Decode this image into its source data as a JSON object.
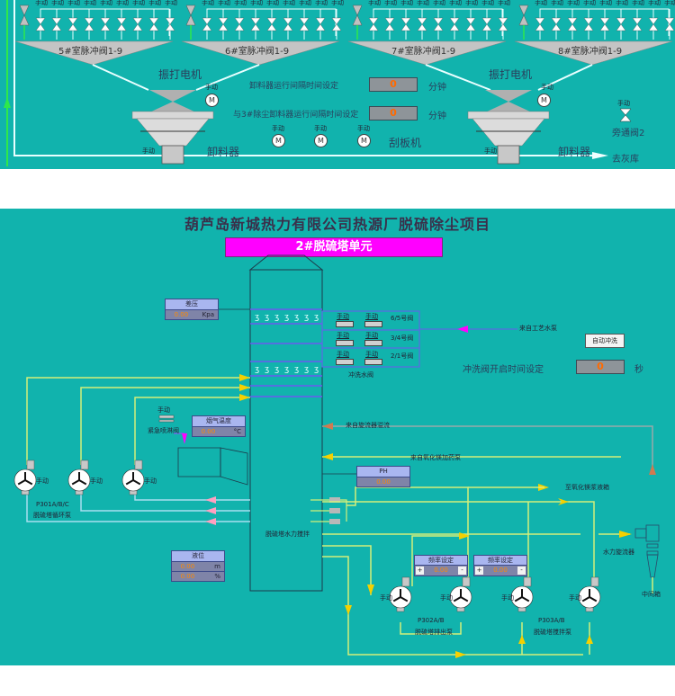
{
  "top": {
    "manual_label": "手动",
    "groups": [
      {
        "label": "5#室脉冲阀1-9"
      },
      {
        "label": "6#室脉冲阀1-9"
      },
      {
        "label": "7#室脉冲阀1-9"
      },
      {
        "label": "8#室脉冲阀1-9"
      }
    ],
    "rapper_motor_left": "振打电机",
    "rapper_motor_right": "振打电机",
    "discharger_left": "卸料器",
    "discharger_right": "卸料器",
    "setting1": {
      "label": "卸料器运行间隔时间设定",
      "value": "0",
      "unit": "分钟"
    },
    "setting2": {
      "label": "与3#除尘卸料器运行间隔时间设定",
      "value": "0",
      "unit": "分钟"
    },
    "scraper": "刮板机",
    "motor_glyph": "M",
    "bypass_valve": "旁通阀2",
    "to_ash_silo": "去灰库"
  },
  "bottom": {
    "title": "葫芦岛新城热力有限公司热源厂脱硫除尘项目",
    "unit_title": "2#脱硫塔单元",
    "diff_pressure": {
      "label": "差压",
      "value": "0.00",
      "unit": "Kpa"
    },
    "flush_valves": {
      "manual": "手动",
      "rows": [
        "6/5号阀",
        "3/4号阀",
        "2/1号阀"
      ],
      "caption": "冲洗水阀"
    },
    "from_process_water": "来自工艺水泵",
    "auto_flush_button": "自动冲洗",
    "flush_time": {
      "label": "冲洗阀开启时间设定",
      "value": "0",
      "unit": "秒"
    },
    "emergency_valve": {
      "manual": "手动",
      "label": "紧急喷淋阀"
    },
    "flue_temp": {
      "label": "烟气温度",
      "value": "0.00",
      "unit": "°C"
    },
    "from_cyclone_overflow": "来自旋流器溢流",
    "from_oxidation_pump": "来自氧化镁加药泵",
    "ph": {
      "label": "PH",
      "value": "0.00"
    },
    "to_oxidation_tank": "至氧化镁浆液箱",
    "cyclone": "水力旋流器",
    "intermediate_tank": "中间箱",
    "tower_agitator": "脱硫塔水力搅拌",
    "level": {
      "label": "液位",
      "value_m": "0.00",
      "unit_m": "m",
      "value_pct": "0.00",
      "unit_pct": "%"
    },
    "pumps_p301": {
      "code": "P301A/B/C",
      "name": "脱硫塔循环泵",
      "manual": "手动"
    },
    "pumps_p302": {
      "code": "P302A/B",
      "name": "脱硫塔排出泵",
      "manual": "手动"
    },
    "pumps_p303": {
      "code": "P303A/B",
      "name": "脱硫塔搅拌泵",
      "manual": "手动"
    },
    "freq1": {
      "label": "频率设定",
      "value": "0.00",
      "plus": "+",
      "minus": "-"
    },
    "freq2": {
      "label": "频率设定",
      "value": "0.00",
      "plus": "+",
      "minus": "-"
    }
  }
}
